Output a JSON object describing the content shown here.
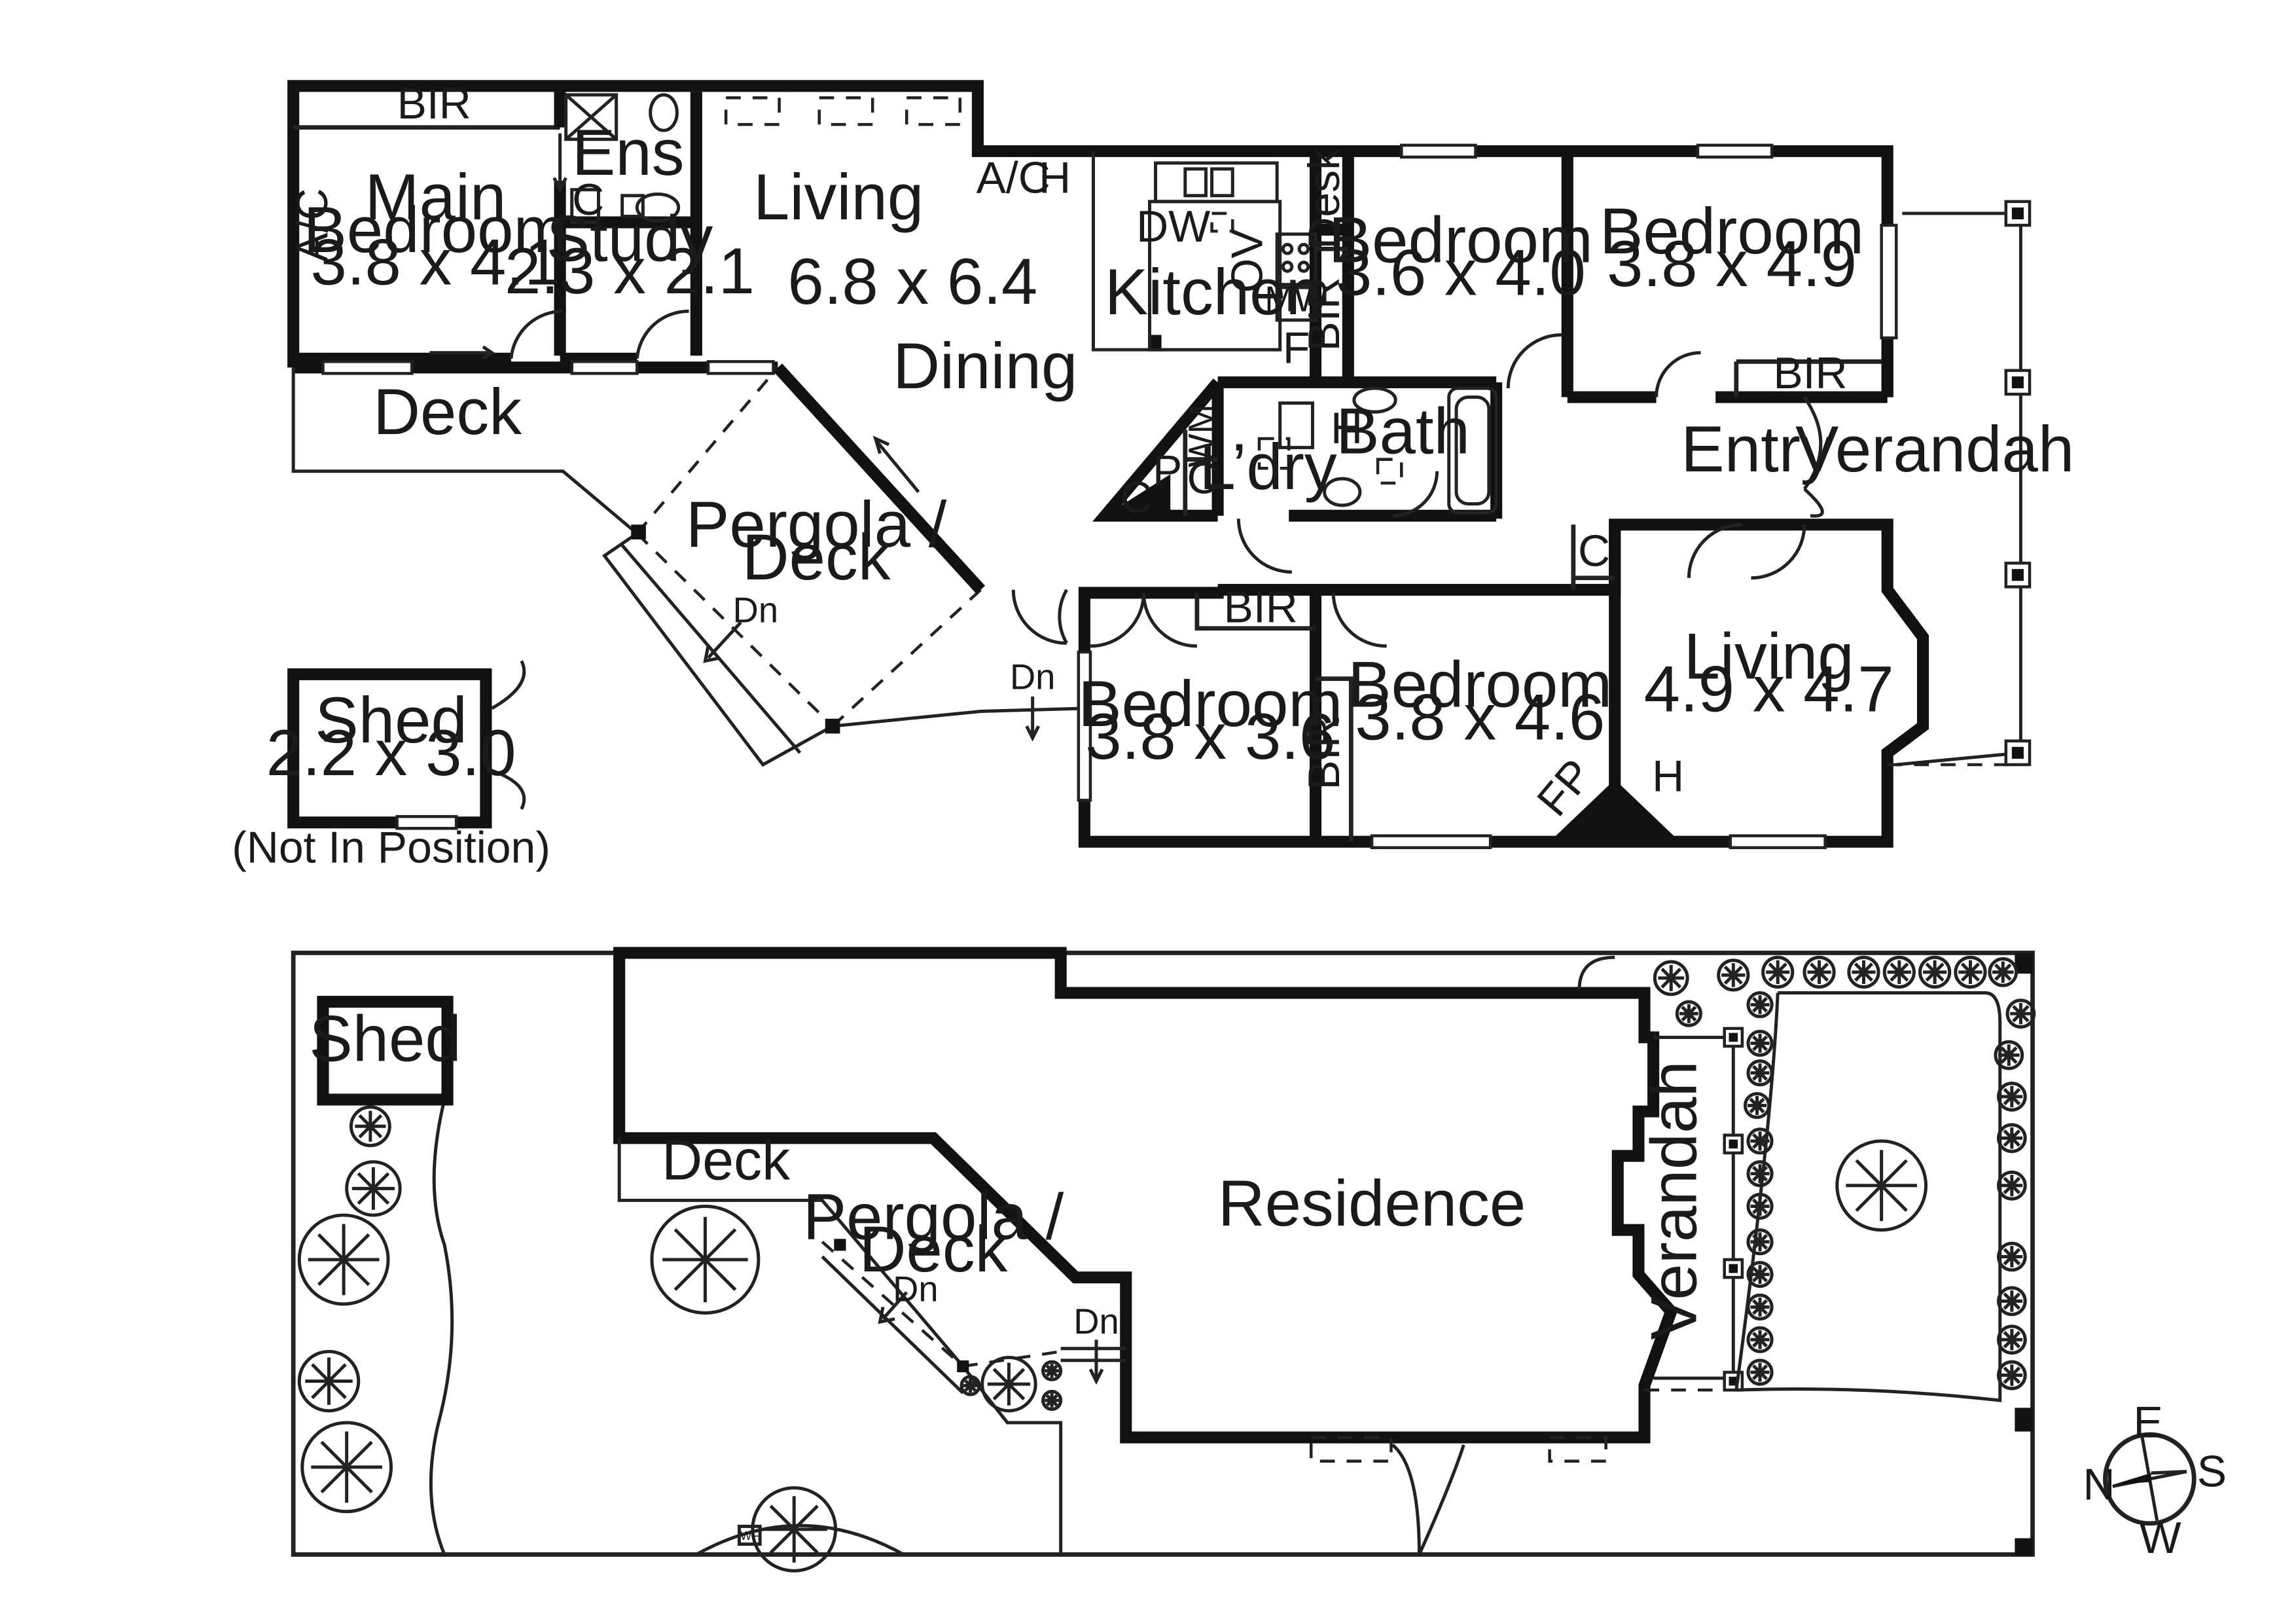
{
  "floor_plan": {
    "rooms": {
      "main_bedroom": {
        "name_line1": "Main",
        "name_line2": "Bedroom",
        "size": "3.8 x 4.1"
      },
      "ensuite": {
        "name": "Ens"
      },
      "study": {
        "name": "Study",
        "size": "2.3 x 2.1"
      },
      "living_main": {
        "name": "Living",
        "size": "6.8 x 6.4"
      },
      "dining": {
        "name": "Dining"
      },
      "kitchen": {
        "name": "Kitchen"
      },
      "bedroom_a": {
        "name": "Bedroom",
        "size": "3.6 x 4.0"
      },
      "bedroom_b": {
        "name": "Bedroom",
        "size": "3.8 x 4.9"
      },
      "laundry": {
        "name": "L’dry"
      },
      "bath": {
        "name": "Bath"
      },
      "entry": {
        "name": "Entry"
      },
      "verandah": {
        "name": "Verandah"
      },
      "deck": {
        "name": "Deck"
      },
      "pergola": {
        "name_line1": "Pergola /",
        "name_line2": "Deck"
      },
      "bedroom_c": {
        "name": "Bedroom",
        "size": "3.8 x 3.6"
      },
      "bedroom_d": {
        "name": "Bedroom",
        "size": "3.8 x 4.6"
      },
      "living_front": {
        "name": "Living",
        "size": "4.9 x 4.7"
      },
      "shed": {
        "name": "Shed",
        "size": "2.2 x 3.0",
        "note": "(Not In Position)"
      }
    },
    "fixtures": {
      "bir": "BIR",
      "ac": "A/C",
      "h": "H",
      "c": "C",
      "dw": "DW",
      "ov": "OV",
      "mw": "MW",
      "f": "F",
      "desk": "Desk",
      "wm": "WM",
      "p": "P",
      "fp": "FP",
      "dn": "Dn"
    }
  },
  "site_plan": {
    "shed": "Shed",
    "deck": "Deck",
    "pergola_line1": "Pergola /",
    "pergola_line2": "Deck",
    "residence": "Residence",
    "verandah": "Verandah",
    "dn": "Dn",
    "wf": "WF"
  },
  "compass": {
    "n": "N",
    "e": "E",
    "s": "S",
    "w": "W"
  }
}
